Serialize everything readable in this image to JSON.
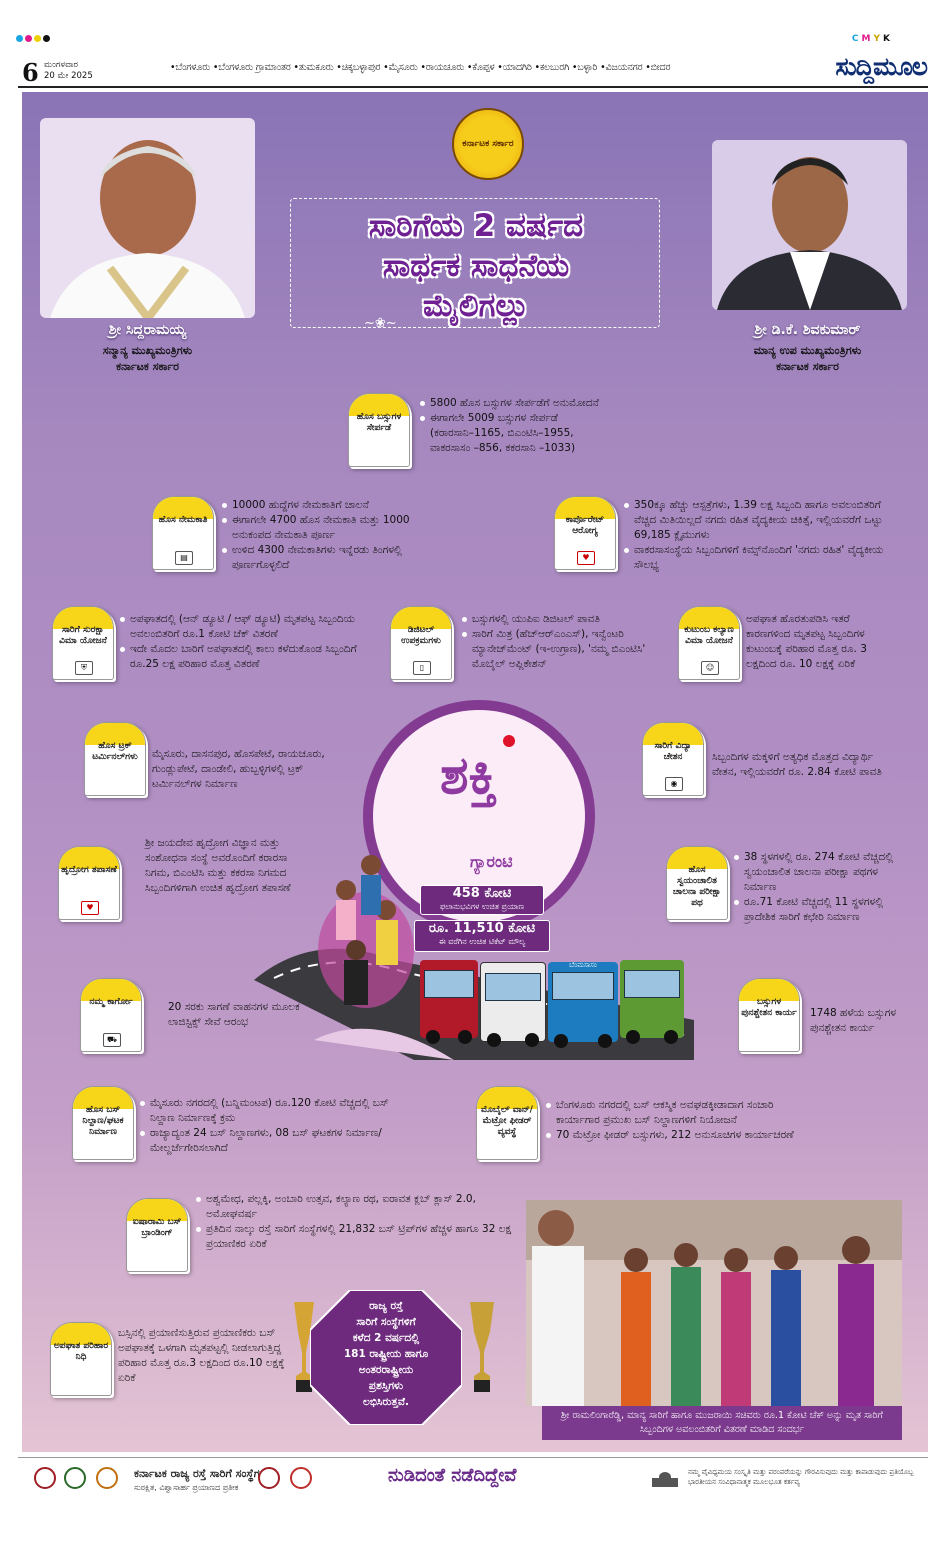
{
  "header": {
    "page_number": "6",
    "day": "ಮಂಗಳವಾರ",
    "date": "20 ಮೇ 2025",
    "cities": "•ಬೆಂಗಳೂರು •ಬೆಂಗಳೂರು ಗ್ರಾಮಾಂತರ •ತುಮಕೂರು •ಚಿಕ್ಕಬಳ್ಳಾಪುರ •ಮೈಸೂರು •ರಾಯಚೂರು •ಕೊಪ್ಪಳ •ಯಾದಗಿರಿ •ಕಲಬುರಗಿ •ಬಳ್ಳಾರಿ •ವಿಜಯನಗರ •ಬೀದರ",
    "masthead": "ಸುದ್ದಿಮೂಲ",
    "cmyk": "CMYK"
  },
  "emblem": "ಕರ್ನಾಟಕ ಸರ್ಕಾರ",
  "title": {
    "line1": "ಸಾರಿಗೆಯ 2 ವರ್ಷದ",
    "line2": "ಸಾರ್ಥಕ ಸಾಧನೆಯ",
    "line3": "ಮೈಲಿಗಲ್ಲು"
  },
  "leader1": {
    "name": "ಶ್ರೀ ಸಿದ್ದರಾಮಯ್ಯ",
    "role1": "ಸನ್ಮಾನ್ಯ ಮುಖ್ಯಮಂತ್ರಿಗಳು",
    "role2": "ಕರ್ನಾಟಕ ಸರ್ಕಾರ"
  },
  "leader2": {
    "name": "ಶ್ರೀ ಡಿ.ಕೆ. ಶಿವಕುಮಾರ್",
    "role1": "ಮಾನ್ಯ ಉಪ ಮುಖ್ಯಮಂತ್ರಿಗಳು",
    "role2": "ಕರ್ನಾಟಕ ಸರ್ಕಾರ"
  },
  "m1": {
    "label": "ಹೊಸ ಬಸ್ಸುಗಳ ಸೇರ್ಪಡೆ",
    "b1": "5800 ಹೊಸ ಬಸ್ಸುಗಳ ಸೇರ್ಪಡೆಗೆ ಅನುಮೋದನೆ",
    "b2": "ಈಗಾಗಲೇ 5009 ಬಸ್ಸುಗಳ ಸೇರ್ಪಡೆ",
    "b3": "(ಕರಾರಸಾನಿ–1165, ಬಿಎಂಟಿಸಿ–1955,",
    "b4": "ವಾಕರಸಾಸಂ –856, ಕಕರಸಾನಿ –1033)"
  },
  "m2": {
    "label": "ಹೊಸ ನೇಮಕಾತಿ",
    "b1": "10000 ಹುದ್ದೆಗಳ ನೇಮಕಾತಿಗೆ ಚಾಲನೆ",
    "b2": "ಈಗಾಗಲೇ 4700 ಹೊಸ ನೇಮಕಾತಿ ಮತ್ತು 1000 ಅನುಕಂಪದ ನೇಮಕಾತಿ ಪೂರ್ಣ",
    "b3": "ಉಳಿದ 4300 ನೇಮಕಾತಿಗಳು ಇನ್ನೆರಡು ತಿಂಗಳಲ್ಲಿ ಪೂರ್ಣಗೊಳ್ಳಲಿದೆ"
  },
  "m3": {
    "label": "ಕಾರ್ಪೊರೇಟ್ ಆರೋಗ್ಯ",
    "b1": "350ಕ್ಕೂ ಹೆಚ್ಚು ಆಸ್ಪತ್ರೆಗಳು, 1.39 ಲಕ್ಷ ಸಿಬ್ಬಂದಿ ಹಾಗೂ ಅವಲಂಬಿತರಿಗೆ ವೆಚ್ಚದ ಮಿತಿಯಿಲ್ಲದೆ ನಗದು ರಹಿತ ವೈದ್ಯಕೀಯ ಚಿಕಿತ್ಸೆ, ಇಲ್ಲಿಯವರೆಗೆ ಒಟ್ಟು 69,185 ಕ್ಲೈಮುಗಳು",
    "b2": "ವಾಕರಸಾಸಂಸ್ಥೆಯ ಸಿಬ್ಬಂದಿಗಳಿಗೆ ಕಿಮ್ಸ್‌ನೊಂದಿಗೆ 'ನಗದು ರಹಿತ' ವೈದ್ಯಕೀಯ ಸೌಲಭ್ಯ"
  },
  "m4": {
    "label": "ಸಾರಿಗೆ ಸುರಕ್ಷಾ ವಿಮಾ ಯೋಜನೆ",
    "b1": "ಅಪಘಾತದಲ್ಲಿ (ಆನ್ ಡ್ಯೂಟಿ / ಆಫ್ ಡ್ಯೂಟಿ) ಮೃತಪಟ್ಟ ಸಿಬ್ಬಂದಿಯ ಅವಲಂಬಿತರಿಗೆ ರೂ.1 ಕೋಟಿ ಚೆಕ್ ವಿತರಣೆ",
    "b2": "ಇದೇ ಮೊದಲ ಬಾರಿಗೆ ಅಪಘಾತದಲ್ಲಿ ಕಾಲು ಕಳೆದುಕೊಂಡ ಸಿಬ್ಬಂದಿಗೆ ರೂ.25 ಲಕ್ಷ ಪರಿಹಾರ ಮೊತ್ತ ವಿತರಣೆ"
  },
  "m5": {
    "label": "ಡಿಜಿಟಲ್ ಉಪಕ್ರಮಗಳು",
    "b1": "ಬಸ್ಸುಗಳಲ್ಲಿ ಯುಪಿಐ ಡಿಜಿಟಲ್ ಪಾವತಿ",
    "b2": "ಸಾರಿಗೆ ಮಿತ್ರ (ಹೆಚ್‌ಆರ್‌ಎಂಎಸ್), ಇನ್ವೆಂಟರಿ ಮ್ಯಾನೇಜ್‌ಮೆಂಟ್ (ಇ-ಉಗ್ರಾಣ), 'ನಮ್ಮ ಬಿಎಂಟಿಸಿ' ಮೊಬೈಲ್ ಅಪ್ಲಿಕೇಶನ್"
  },
  "m6": {
    "label": "ಕುಟುಂಬ ಕಲ್ಯಾಣ ವಿಮಾ ಯೋಜನೆ",
    "b1": "ಅಪಘಾತ ಹೊರತುಪಡಿಸಿ ಇತರೆ ಕಾರಣಗಳಿಂದ ಮೃತಪಟ್ಟ ಸಿಬ್ಬಂದಿಗಳ ಕುಟುಂಬಕ್ಕೆ ಪರಿಹಾರ ಮೊತ್ತ ರೂ. 3 ಲಕ್ಷದಿಂದ ರೂ. 10 ಲಕ್ಷಕ್ಕೆ ಏರಿಕೆ"
  },
  "m7": {
    "label": "ಹೊಸ ಟ್ರಕ್ ಟರ್ಮಿನಲ್‌ಗಳು",
    "b1": "ಮೈಸೂರು, ದಾಸನಪುರ, ಹೊಸಪೇಟೆ, ರಾಯಚೂರು, ಗುಂಡ್ಲುಪೇಟೆ, ದಾಂಡೇಲಿ, ಹುಬ್ಬಳ್ಳಿಗಳಲ್ಲಿ ಟ್ರಕ್ ಟರ್ಮಿನಲ್‌ಗಳ ನಿರ್ಮಾಣ"
  },
  "m8": {
    "label": "ಸಾರಿಗೆ ವಿದ್ಯಾ ಚೇತನ",
    "b1": "ಸಿಬ್ಬಂದಿಗಳ ಮಕ್ಕಳಿಗೆ ಅತ್ಯಧಿಕ ಮೊತ್ತದ ವಿದ್ಯಾರ್ಥಿ ವೇತನ, ಇಲ್ಲಿಯವರೆಗೆ ರೂ. 2.84 ಕೋಟಿ ಪಾವತಿ"
  },
  "m9": {
    "label": "ಹೃದ್ರೋಗ ತಪಾಸಣೆ",
    "b1": "ಶ್ರೀ ಜಯದೇವ ಹೃದ್ರೋಗ ವಿಜ್ಞಾನ ಮತ್ತು ಸಂಶೋಧನಾ ಸಂಸ್ಥೆ ಅವರೊಂದಿಗೆ ಕರಾರಸಾ ನಿಗಮ, ಬಿಎಂಟಿಸಿ ಮತ್ತು ಕಕರಸಾ ನಿಗಮದ ಸಿಬ್ಬಂದಿಗಳಿಗಾಗಿ ಉಚಿತ ಹೃದ್ರೋಗ ತಪಾಸಣೆ"
  },
  "m10": {
    "label": "ಹೊಸ ಸ್ವಯಂಚಾಲಿತ ಚಾಲನಾ ಪರೀಕ್ಷಾ ಪಥ",
    "b1": "38 ಸ್ಥಳಗಳಲ್ಲಿ ರೂ. 274 ಕೋಟಿ ವೆಚ್ಚದಲ್ಲಿ ಸ್ವಯಂಚಾಲಿತ ಚಾಲನಾ ಪರೀಕ್ಷಾ ಪಥಗಳ ನಿರ್ಮಾಣ",
    "b2": "ರೂ.71 ಕೋಟಿ ವೆಚ್ಚದಲ್ಲಿ 11 ಸ್ಥಳಗಳಲ್ಲಿ ಪ್ರಾದೇಶಿಕ ಸಾರಿಗೆ ಕಛೇರಿ ನಿರ್ಮಾಣ"
  },
  "m11": {
    "label": "ನಮ್ಮ ಕಾರ್ಗೋ",
    "b1": "20 ಸರಕು ಸಾಗಣೆ ವಾಹನಗಳ ಮೂಲಕ ಲಾಜಿಸ್ಟಿಕ್ಸ್ ಸೇವೆ ಆರಂಭ"
  },
  "m12": {
    "label": "ಬಸ್ಸುಗಳ ಪುನಶ್ಚೇತನ ಕಾರ್ಯ",
    "b1": "1748 ಹಳೆಯ ಬಸ್ಸುಗಳ ಪುನಶ್ಚೇತನ ಕಾರ್ಯ"
  },
  "m13": {
    "label": "ಹೊಸ ಬಸ್ ನಿಲ್ದಾಣ/ಘಟಕ ನಿರ್ಮಾಣ",
    "b1": "ಮೈಸೂರು ನಗರದಲ್ಲಿ (ಬನ್ನಿಮಂಟಪ) ರೂ.120 ಕೋಟಿ ವೆಚ್ಚದಲ್ಲಿ ಬಸ್ ನಿಲ್ದಾಣ ನಿರ್ಮಾಣಕ್ಕೆ ಕ್ರಮ",
    "b2": "ರಾಜ್ಯಾದ್ಯಂತ 24 ಬಸ್ ನಿಲ್ದಾಣಗಳು, 08 ಬಸ್ ಘಟಕಗಳ ನಿರ್ಮಾಣ/ಮೇಲ್ದರ್ಜೆಗೇರಿಸಲಾಗಿದೆ"
  },
  "m14": {
    "label": "ಮೊಬೈಲ್ ವಾನ್/ಮೆಟ್ರೋ ಫೀಡರ್ ವ್ಯವಸ್ಥೆ",
    "b1": "ಬೆಂಗಳೂರು ನಗರದಲ್ಲಿ ಬಸ್ ಆಕಸ್ಮಿಕ ಅವಘಡಕ್ಕೀಡಾದಾಗ ಸಂಚಾರಿ ಕಾರ್ಯಾಗಾರ ಪ್ರಮುಖ ಬಸ್ ನಿಲ್ದಾಣಗಳಿಗೆ ನಿಯೋಜನೆ",
    "b2": "70 ಮೆಟ್ರೋ ಫೀಡರ್ ಬಸ್ಸುಗಳು, 212 ಅನುಸೂಚಿಗಳ ಕಾರ್ಯಾಚರಣೆ"
  },
  "m15": {
    "label": "ಐಷಾರಾಮಿ ಬಸ್ ಬ್ರಾಂಡಿಂಗ್",
    "b1": "ಅಶ್ವಮೇಧ, ಪಲ್ಲಕ್ಕಿ, ಅಂಬಾರಿ ಉತ್ಸವ, ಕಲ್ಯಾಣ ರಥ, ಐರಾವತ ಕ್ಲಬ್ ಕ್ಲಾಸ್ 2.0, ಅಮೋಘವರ್ಷ",
    "b2": "ಪ್ರತಿದಿನ ನಾಲ್ಕು ರಸ್ತೆ ಸಾರಿಗೆ ಸಂಸ್ಥೆಗಳಲ್ಲಿ 21,832 ಬಸ್ ಟ್ರಿಪ್‌ಗಳ ಹೆಚ್ಚಳ ಹಾಗೂ 32 ಲಕ್ಷ ಪ್ರಯಾಣಿಕರ ಏರಿಕೆ"
  },
  "m16": {
    "label": "ಅಪಘಾತ ಪರಿಹಾರ ನಿಧಿ",
    "b1": "ಬಸ್ಸಿನಲ್ಲಿ ಪ್ರಯಾಣಿಸುತ್ತಿರುವ ಪ್ರಯಾಣಿಕರು ಬಸ್ ಅಪಘಾತಕ್ಕೆ ಒಳಗಾಗಿ ಮೃತಪಟ್ಟಲ್ಲಿ ನೀಡಲಾಗುತ್ತಿದ್ದ ಪರಿಹಾರ ಮೊತ್ತ ರೂ.3 ಲಕ್ಷದಿಂದ ರೂ.10 ಲಕ್ಷಕ್ಕೆ ಏರಿಕೆ"
  },
  "shakti": {
    "word": "ಶಕ್ತಿ",
    "guarantee": "ಗ್ಯಾರಂಟಿ",
    "s1_big": "458 ಕೋಟಿ",
    "s1_small": "ಫಲಾನುಭವಿಗಳ ಉಚಿತ ಪ್ರಯಾಣ",
    "s2_big": "ರೂ. 11,510 ಕೋಟಿ",
    "s2_small": "ಈ ವರೆಗಿನ ಉಚಿತ ಟಿಕೆಟ್ ಮೌಲ್ಯ",
    "bus3": "ಬೆಂಮಸಾಸಂ"
  },
  "award": {
    "line1": "ರಾಜ್ಯ ರಸ್ತೆ",
    "line2": "ಸಾರಿಗೆ ಸಂಸ್ಥೆಗಳಿಗೆ",
    "line3": "ಕಳೆದ 2 ವರ್ಷದಲ್ಲಿ",
    "line4": "181 ರಾಷ್ಟ್ರೀಯ ಹಾಗೂ",
    "line5": "ಅಂತರರಾಷ್ಟ್ರೀಯ",
    "line6": "ಪ್ರಶಸ್ತಿಗಳು",
    "line7": "ಲಭಿಸಿರುತ್ತವೆ."
  },
  "photo_caption": "ಶ್ರೀ ರಾಮಲಿಂಗಾರೆಡ್ಡಿ, ಮಾನ್ಯ ಸಾರಿಗೆ ಹಾಗೂ ಮುಜರಾಯಿ ಸಚಿವರು ರೂ.1 ಕೋಟಿ ಚೆಕ್ ಅನ್ನು ಮೃತ ಸಾರಿಗೆ ಸಿಬ್ಬಂದಿಗಳ ಅವಲಂಬಿತರಿಗೆ ವಿತರಣೆ ಮಾಡಿದ ಸಂದರ್ಭ",
  "footer": {
    "org": "ಕರ್ನಾಟಕ ರಾಜ್ಯ ರಸ್ತೆ ಸಾರಿಗೆ ಸಂಸ್ಥೆಗಳು",
    "org_sub": "ಸುರಕ್ಷಿತ, ವಿಶ್ವಾಸಾರ್ಹ ಪ್ರಯಾಣದ ಪ್ರತೀಕ",
    "slogan": "ನುಡಿದಂತೆ ನಡೆದಿದ್ದೇವೆ",
    "right": "ನಮ್ಮ ವೈವಿಧ್ಯಮಯ ಸಂಸ್ಕೃತಿ ಮತ್ತು ಪರಂಪರೆಯನ್ನು ಗೌರವಿಸುವುದು ಮತ್ತು ಕಾಪಾಡುವುದು ಪ್ರತಿಯೊಬ್ಬ ಭಾರತೀಯನ ಸಂವಿಧಾನಾತ್ಮಕ ಮೂಲಭೂತ ಕರ್ತವ್ಯ"
  }
}
